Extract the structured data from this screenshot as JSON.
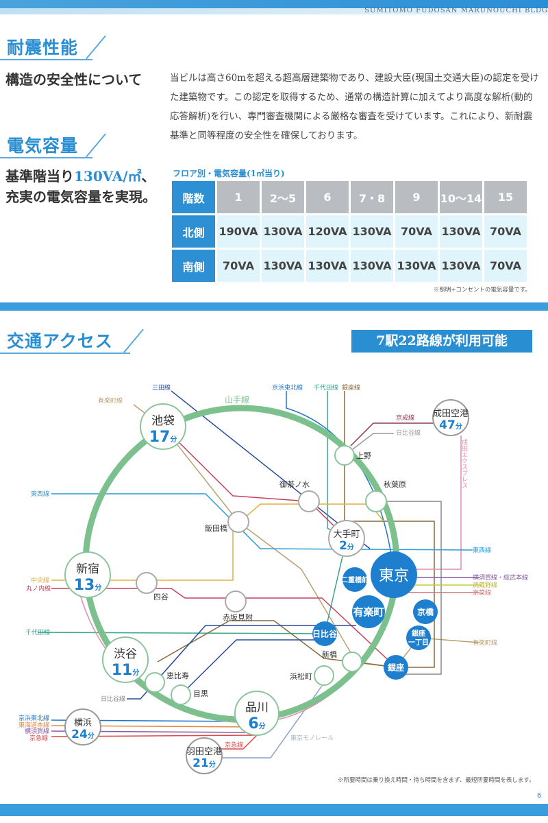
{
  "header": {
    "brand": "SUMITOMO FUDOSAN MARUNOUCHI BLDG"
  },
  "seismic": {
    "title": "耐震性能",
    "subtitle": "構造の安全性について",
    "body": "当ビルは高さ60mを超える超高層建築物であり、建設大臣(現国土交通大臣)の認定を受けた建築物です。この認定を取得するため、通常の構造計算に加えてより高度な解析(動的応答解析)を行い、専門審査機関による厳格な審査を受けています。これにより、新耐震基準と同等程度の安全性を確保しております。"
  },
  "electric": {
    "title": "電気容量",
    "lead_pre": "基準階当り",
    "lead_value": "130VA/㎡",
    "lead_post": "、",
    "lead_line2": "充実の電気容量を実現。",
    "table_caption": "フロア別・電気容量(1㎡当り)",
    "table": {
      "header_label": "階数",
      "floors": [
        "1",
        "2〜5",
        "6",
        "7・8",
        "9",
        "10〜14",
        "15"
      ],
      "rows": [
        {
          "label": "北側",
          "values": [
            "190VA",
            "130VA",
            "120VA",
            "130VA",
            "70VA",
            "130VA",
            "70VA"
          ]
        },
        {
          "label": "南側",
          "values": [
            "70VA",
            "130VA",
            "130VA",
            "130VA",
            "130VA",
            "130VA",
            "70VA"
          ]
        }
      ]
    },
    "note": "※照明+コンセントの電気容量です。"
  },
  "access": {
    "title": "交通アクセス",
    "badge": "7駅22路線が利用可能",
    "stations": {
      "ikebukuro": {
        "name": "池袋",
        "time": "17",
        "unit": "分"
      },
      "shinjuku": {
        "name": "新宿",
        "time": "13",
        "unit": "分"
      },
      "shibuya": {
        "name": "渋谷",
        "time": "11",
        "unit": "分"
      },
      "shinagawa": {
        "name": "品川",
        "time": "6",
        "unit": "分"
      },
      "otemachi": {
        "name": "大手町",
        "time": "2",
        "unit": "分"
      },
      "yokohama": {
        "name": "横浜",
        "time": "24",
        "unit": "分"
      },
      "haneda": {
        "name": "羽田空港",
        "time": "21",
        "unit": "分"
      },
      "narita": {
        "name": "成田空港",
        "time": "47",
        "unit": "分"
      },
      "tokyo": "東京",
      "nijubashimae": "二重橋前",
      "yurakucho": "有楽町",
      "hibiya": "日比谷",
      "kyobashi": "京橋",
      "ginza1": "銀座",
      "ginza1b": "一丁目",
      "ginza": "銀座",
      "ueno": "上野",
      "akihabara": "秋葉原",
      "ochanomizu": "御茶ノ水",
      "iidabashi": "飯田橋",
      "yotsuya": "四谷",
      "akasakamitsuke": "赤坂見附",
      "ebisu": "恵比寿",
      "meguro": "目黒",
      "shimbashi": "新橋",
      "hamamatsucho": "浜松町"
    },
    "lines": {
      "mita": "三田線",
      "yurakucho": "有楽町線",
      "yamanote": "山手線",
      "keihin_tohoku": "京浜東北線",
      "chiyoda": "千代田線",
      "ginza": "銀座線",
      "keisei": "京成線",
      "hibiya": "日比谷線",
      "narita_express": "成田エクスプレス",
      "tozai_left": "東西線",
      "tozai_right": "東西線",
      "chuo": "中央線",
      "marunouchi": "丸ノ内線",
      "chiyoda_left": "千代田線",
      "hibiya_left": "日比谷線",
      "yokosuka_sobu": "横須賀線・総武本線",
      "musashino": "武蔵野線",
      "keiyo": "京葉線",
      "yurakucho_right": "有楽町線",
      "keihin_tohoku_left": "京浜東北線",
      "tokaido": "東海道本線",
      "yokosuka": "横須賀線",
      "keikyu_left": "京急線",
      "keikyu": "京急線",
      "monorail": "東京モノレール"
    },
    "footnote": "※所要時間は乗り換え時間・待ち時間を含まず、最短所要時間を表します。"
  },
  "page_number": "6",
  "colors": {
    "accent": "#2a8fd2",
    "yamanote": "#7cc08e"
  }
}
